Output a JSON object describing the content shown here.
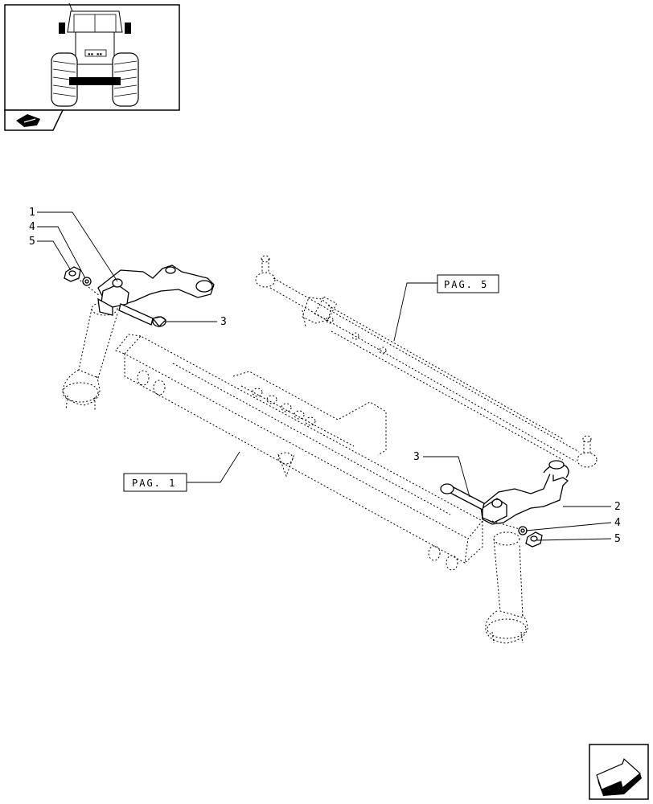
{
  "thumbnail": {
    "title": "tractor-rear-view"
  },
  "callouts": {
    "c1": "1",
    "c4_left": "4",
    "c5_left": "5",
    "c3_left": "3",
    "c3_right": "3",
    "c2": "2",
    "c4_right": "4",
    "c5_right": "5"
  },
  "references": {
    "pag5": "PAG. 5",
    "pag1": "PAG. 1"
  },
  "icons": {
    "book": "book-icon",
    "next": "next-page-arrow-icon"
  }
}
